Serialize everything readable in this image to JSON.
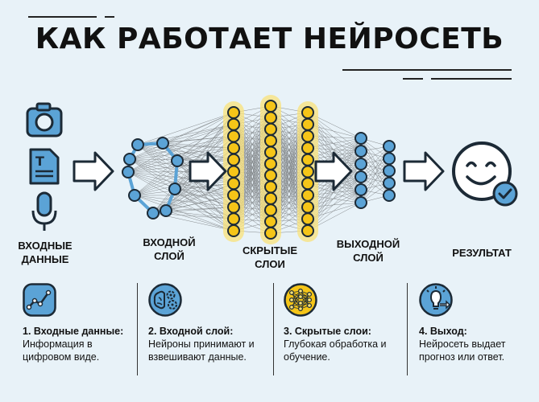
{
  "title": "КАК РАБОТАЕТ НЕЙРОСЕТЬ",
  "stages": {
    "input_data": "ВХОДНЫЕ\nДАННЫЕ",
    "input_layer": "ВХОДНОЙ\nСЛОЙ",
    "hidden_layers": "СКРЫТЫЕ\nСЛОИ",
    "output_layer": "ВЫХОДНОЙ\nСЛОЙ",
    "result": "РЕЗУЛЬТАТ"
  },
  "steps": [
    {
      "title": "1. Входные данные:",
      "desc": "Информация в цифровом виде."
    },
    {
      "title": "2. Входной слой:",
      "desc": "Нейроны принимают и взвешивают данные."
    },
    {
      "title": "3. Скрытые слои:",
      "desc": "Глубокая обработка и обучение."
    },
    {
      "title": "4. Выход:",
      "desc": "Нейросеть выдает прогноз или ответ."
    }
  ],
  "colors": {
    "blue": "#5ba3d6",
    "blue_dark": "#1c4f78",
    "yellow": "#f5c518",
    "yellow_glow": "#f9e27a",
    "background": "#e8f2f8"
  },
  "icons": [
    "camera-icon",
    "document-icon",
    "microphone-icon",
    "chart-icon",
    "brain-gears-icon",
    "network-icon",
    "lightbulb-icon",
    "smiley-check-icon"
  ]
}
